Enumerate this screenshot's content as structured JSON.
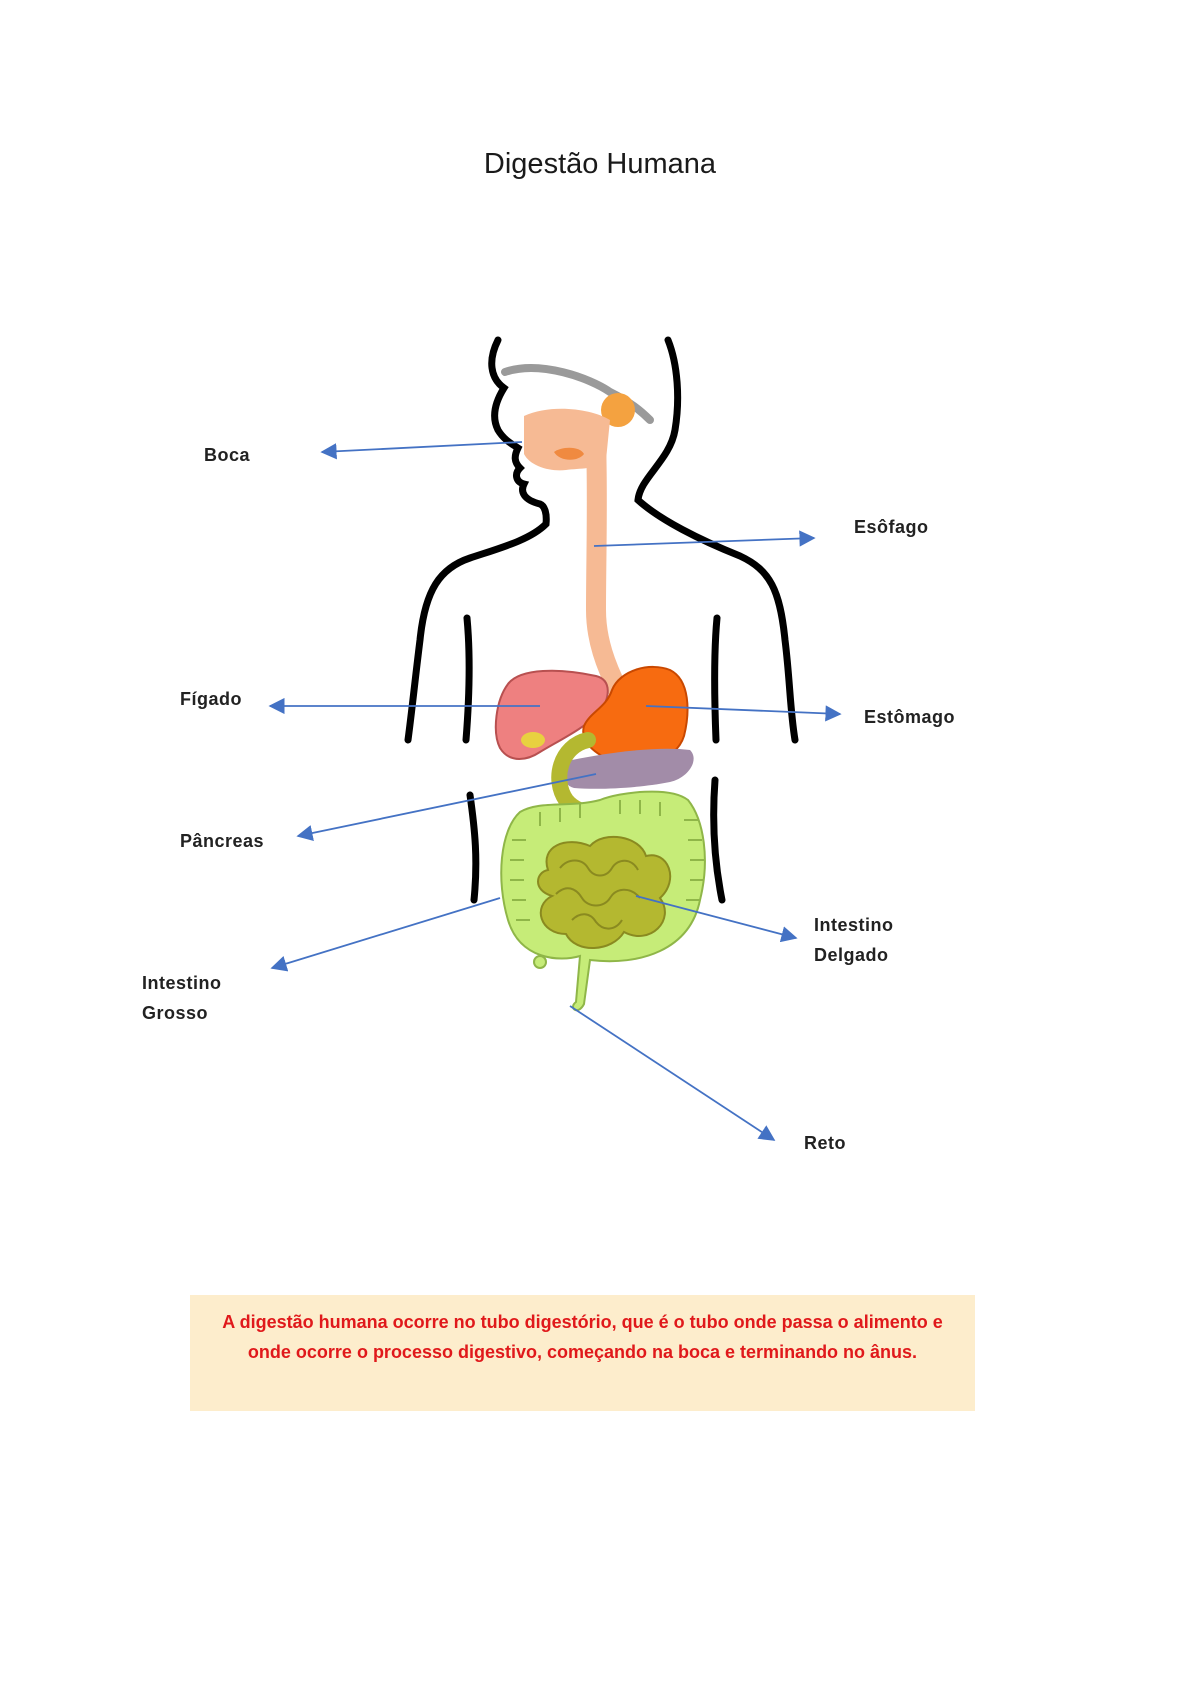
{
  "title": "Digestão Humana",
  "labels": {
    "boca": "Boca",
    "esofago": "Esôfago",
    "figado": "Fígado",
    "estomago": "Estômago",
    "pancreas": "Pâncreas",
    "intestino_grosso_1": "Intestino",
    "intestino_grosso_2": "Grosso",
    "intestino_delgado_1": "Intestino",
    "intestino_delgado_2": "Delgado",
    "reto": "Reto"
  },
  "note": "A digestão humana ocorre no tubo digestório, que é o tubo onde passa o alimento e onde ocorre o processo digestivo, começando na boca e terminando no ânus.",
  "colors": {
    "arrow": "#4472c4",
    "note_bg": "#fdedcc",
    "note_text": "#e0191b",
    "liver": "#ee8080",
    "stomach": "#f76b10",
    "esophagus": "#f6ba94",
    "pancreas": "#a28ca8",
    "small_intestine": "#b4b830",
    "large_intestine": "#c6ec78",
    "body_outline": "#000000"
  }
}
